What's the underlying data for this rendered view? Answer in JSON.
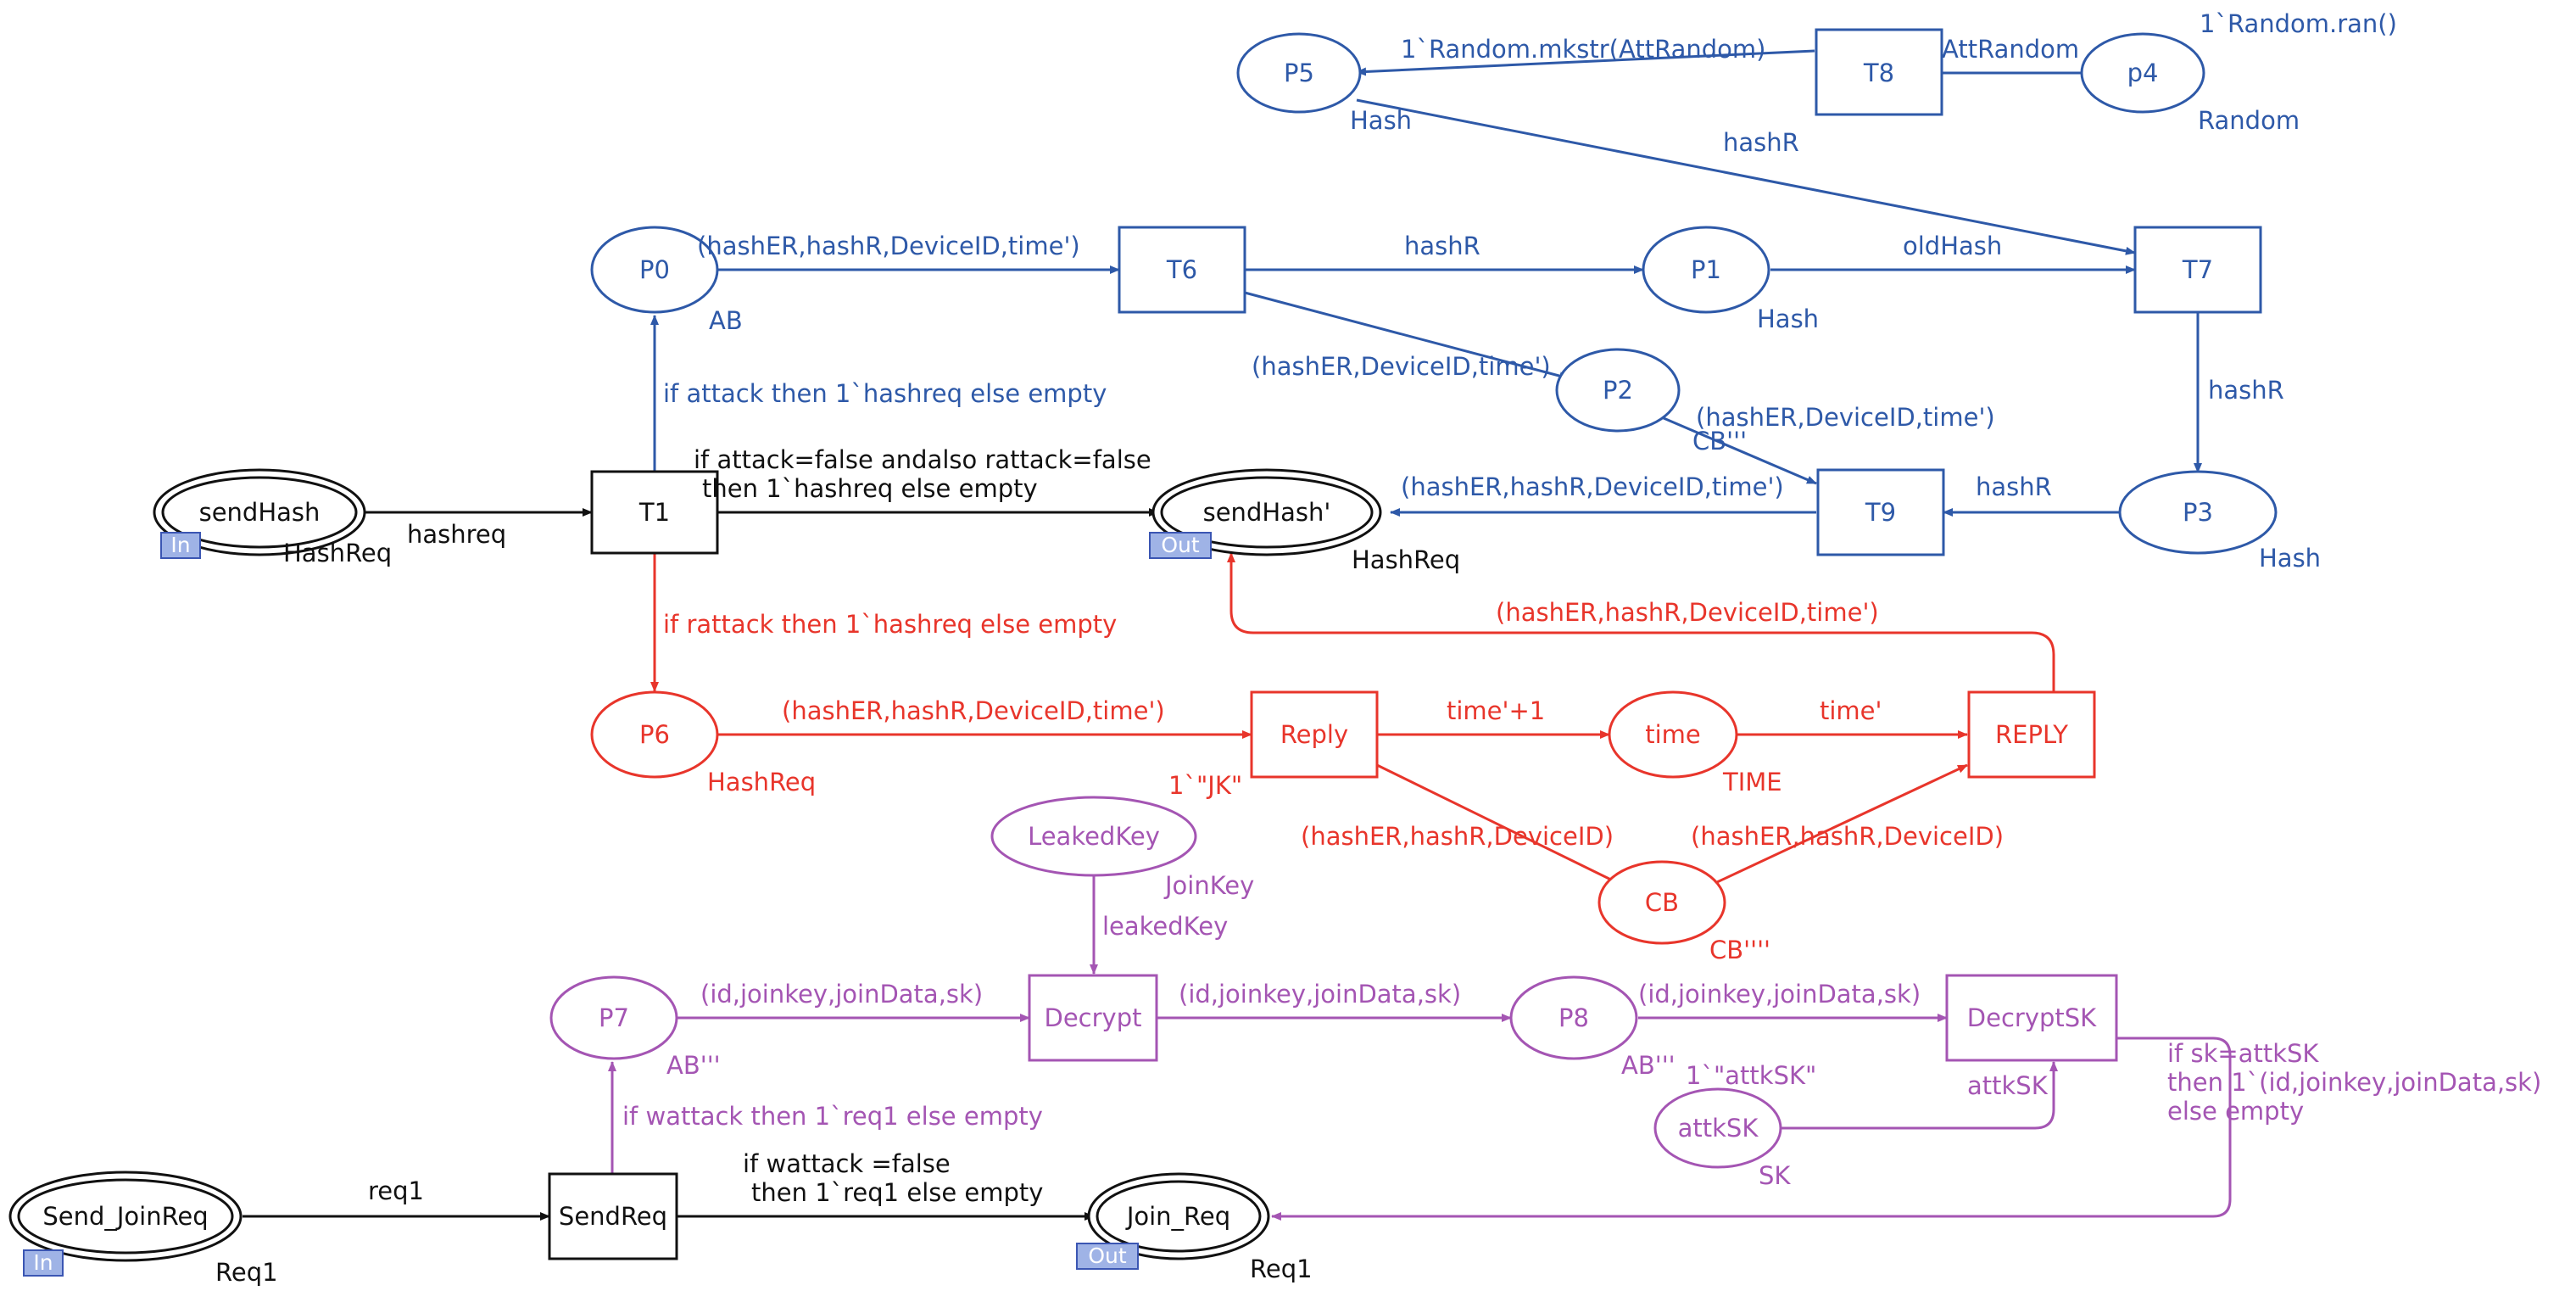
{
  "colors": {
    "blue": "#2e59a8",
    "black": "#111111",
    "red": "#e8352b",
    "purple": "#a455b3",
    "port_tag_fill": "#9fb3e6",
    "port_tag_stroke": "#3b56b3"
  },
  "nodes": {
    "P5": {
      "label": "P5",
      "type": "Hash"
    },
    "T8": {
      "label": "T8"
    },
    "p4": {
      "label": "p4",
      "type": "Random",
      "marking": "1`Random.ran()"
    },
    "P0": {
      "label": "P0",
      "type": "AB"
    },
    "T6": {
      "label": "T6"
    },
    "P1": {
      "label": "P1",
      "type": "Hash"
    },
    "T7": {
      "label": "T7"
    },
    "P2": {
      "label": "P2",
      "type": "CB'''"
    },
    "T9": {
      "label": "T9"
    },
    "P3": {
      "label": "P3",
      "type": "Hash"
    },
    "sendHash": {
      "label": "sendHash",
      "type": "HashReq",
      "port": "In"
    },
    "T1": {
      "label": "T1"
    },
    "sendHashOut": {
      "label": "sendHash'",
      "type": "HashReq",
      "port": "Out"
    },
    "P6": {
      "label": "P6",
      "type": "HashReq"
    },
    "Reply": {
      "label": "Reply",
      "marking": "1`\"JK\""
    },
    "time": {
      "label": "time",
      "type": "TIME"
    },
    "REPLY": {
      "label": "REPLY"
    },
    "CB": {
      "label": "CB",
      "type": "CB''''"
    },
    "LeakedKey": {
      "label": "LeakedKey",
      "type": "JoinKey"
    },
    "P7": {
      "label": "P7",
      "type": "AB'''"
    },
    "Decrypt": {
      "label": "Decrypt"
    },
    "P8": {
      "label": "P8",
      "type": "AB'''"
    },
    "DecryptSK": {
      "label": "DecryptSK"
    },
    "attkSK": {
      "label": "attkSK",
      "type": "SK",
      "marking": "1`\"attkSK\""
    },
    "SendJoinReq": {
      "label": "Send_JoinReq",
      "type": "Req1",
      "port": "In"
    },
    "SendReq": {
      "label": "SendReq"
    },
    "JoinReq": {
      "label": "Join_Req",
      "type": "Req1",
      "port": "Out"
    }
  },
  "arcs": {
    "T8_P5": "1`Random.mkstr(AttRandom)",
    "p4_T8": "AttRandom",
    "P5_T7": "hashR",
    "P0_T6": "(hashER,hashR,DeviceID,time')",
    "T6_P1": "hashR",
    "P1_T7": "oldHash",
    "T6_P2": "(hashER,DeviceID,time')",
    "P2_T9": "(hashER,DeviceID,time')",
    "T7_P3": "hashR",
    "P3_T9": "hashR",
    "T9_sendHashOut": "(hashER,hashR,DeviceID,time')",
    "T1_P0": "if attack then 1`hashreq else empty",
    "sendHash_T1": "hashreq",
    "T1_sendHashOut": "if attack=false andalso rattack=false",
    "T1_sendHashOut_2": "then 1`hashreq else empty",
    "T1_P6": "if rattack then 1`hashreq else empty",
    "REPLY_sendHashOut": "(hashER,hashR,DeviceID,time')",
    "P6_Reply": "(hashER,hashR,DeviceID,time')",
    "Reply_time": "time'+1",
    "time_REPLY": "time'",
    "Reply_CB": "(hashER,hashR,DeviceID)",
    "CB_REPLY": "(hashER,hashR,DeviceID)",
    "LeakedKey_Decrypt": "leakedKey",
    "P7_Decrypt": "(id,joinkey,joinData,sk)",
    "Decrypt_P8": "(id,joinkey,joinData,sk)",
    "P8_DecryptSK": "(id,joinkey,joinData,sk)",
    "attkSK_DecryptSK": "attkSK",
    "SendReq_P7": "if wattack then 1`req1 else empty",
    "SendJoinReq_SendReq": "req1",
    "SendReq_JoinReq": "if wattack =false",
    "SendReq_JoinReq_2": "then 1`req1 else empty",
    "DecryptSK_JoinReq": "if sk=attkSK",
    "DecryptSK_JoinReq_2": "then 1`(id,joinkey,joinData,sk)",
    "DecryptSK_JoinReq_3": "else empty"
  }
}
